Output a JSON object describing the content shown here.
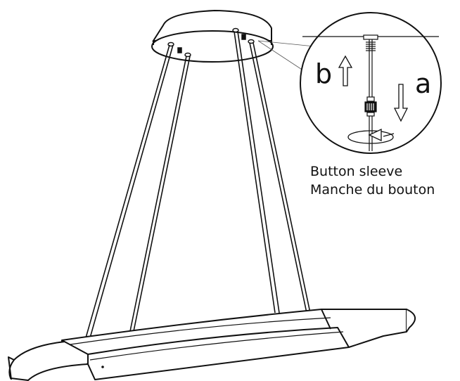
{
  "labels": {
    "b": "b",
    "a": "a",
    "caption_en": "Button sleeve",
    "caption_fr": "Manche du bouton"
  },
  "colors": {
    "stroke": "#111111",
    "fill": "#ffffff"
  }
}
